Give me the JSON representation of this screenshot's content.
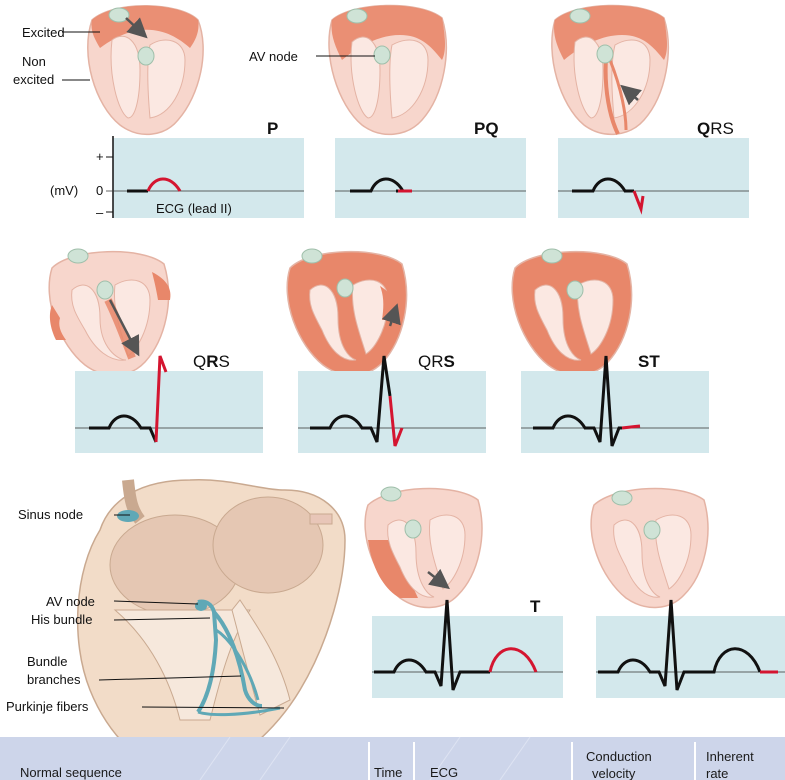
{
  "colors": {
    "excited": "#e8876a",
    "non_excited": "#f7d6cc",
    "node": "#cfe3d6",
    "ecg_panel": "#d3e8ec",
    "trace": "#111111",
    "active_trace": "#d41530",
    "arrow": "#555555",
    "table_header": "#cdd5ea",
    "conduction_system": "#5fa8b6"
  },
  "panel1": {
    "legend_excited": "Excited",
    "legend_non_excited_1": "Non",
    "legend_non_excited_2": "excited",
    "axis_plus": "+",
    "axis_unit": "(mV)",
    "axis_zero": "0",
    "axis_minus": "–",
    "caption": "ECG (lead II)",
    "phase": "P"
  },
  "panel2": {
    "label_av_node": "AV node",
    "phase": "PQ"
  },
  "panel3": {
    "phase_bold": "Q",
    "phase_rest": "RS"
  },
  "panel4": {
    "phase_pre": "Q",
    "phase_bold": "R",
    "phase_post": "S"
  },
  "panel5": {
    "phase_pre": "QR",
    "phase_bold": "S"
  },
  "panel6": {
    "phase": "ST"
  },
  "panel7": {
    "phase": "T"
  },
  "heart_labels": {
    "sinus_node": "Sinus node",
    "av_node": "AV node",
    "his_bundle": "His bundle",
    "bundle_branches_1": "Bundle",
    "bundle_branches_2": "branches",
    "purkinje": "Purkinje fibers"
  },
  "table_header": {
    "normal_sequence": "Normal sequence",
    "time": "Time",
    "ecg": "ECG",
    "conduction_1": "Conduction",
    "conduction_2": "velocity",
    "inherent_1": "Inherent",
    "inherent_2": "rate"
  }
}
